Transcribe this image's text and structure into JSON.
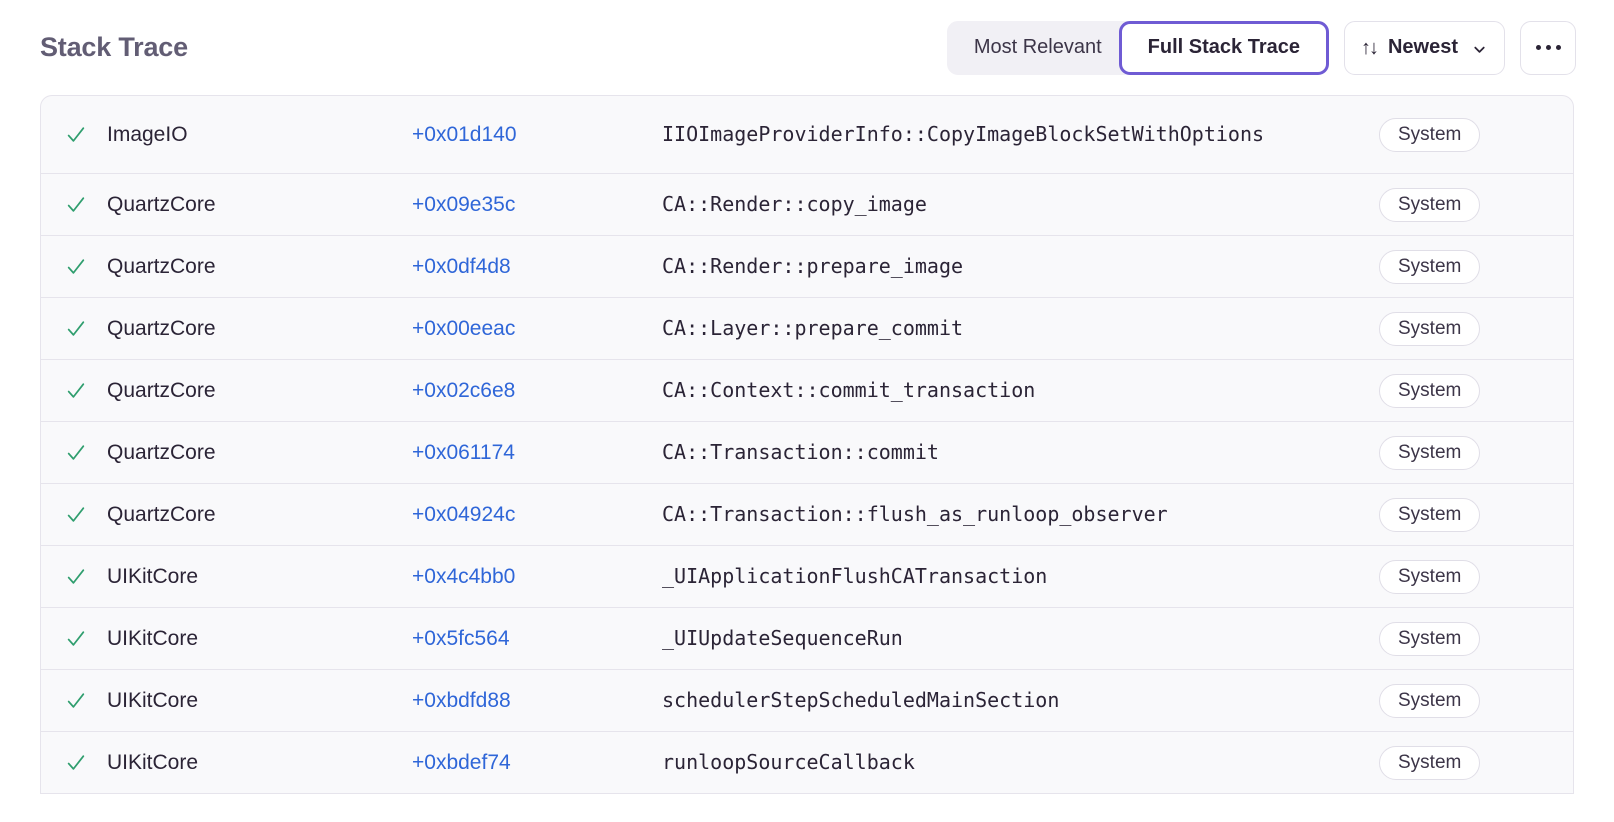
{
  "header": {
    "title": "Stack Trace",
    "segmented": {
      "options": [
        {
          "label": "Most Relevant",
          "selected": false
        },
        {
          "label": "Full Stack Trace",
          "selected": true
        }
      ]
    },
    "sort": {
      "icon": "sort-arrows-icon",
      "label": "Newest",
      "chevron": "chevron-down-icon"
    },
    "more": {
      "label": "More options",
      "icon": "ellipsis-icon"
    }
  },
  "colors": {
    "accent_purple": "#6f5bd4",
    "link_blue": "#2f66d8",
    "check_green": "#2f9e6e",
    "title_gray": "#625d74",
    "row_bg": "#f9f9fb",
    "border": "#e6e4ec",
    "segment_bg": "#f1f0f5"
  },
  "table": {
    "rows": [
      {
        "checked": true,
        "module": "ImageIO",
        "offset": "+0x01d140",
        "symbol": "IIOImageProviderInfo::CopyImageBlockSetWithOptions",
        "badge": "System"
      },
      {
        "checked": true,
        "module": "QuartzCore",
        "offset": "+0x09e35c",
        "symbol": "CA::Render::copy_image",
        "badge": "System"
      },
      {
        "checked": true,
        "module": "QuartzCore",
        "offset": "+0x0df4d8",
        "symbol": "CA::Render::prepare_image",
        "badge": "System"
      },
      {
        "checked": true,
        "module": "QuartzCore",
        "offset": "+0x00eeac",
        "symbol": "CA::Layer::prepare_commit",
        "badge": "System"
      },
      {
        "checked": true,
        "module": "QuartzCore",
        "offset": "+0x02c6e8",
        "symbol": "CA::Context::commit_transaction",
        "badge": "System"
      },
      {
        "checked": true,
        "module": "QuartzCore",
        "offset": "+0x061174",
        "symbol": "CA::Transaction::commit",
        "badge": "System"
      },
      {
        "checked": true,
        "module": "QuartzCore",
        "offset": "+0x04924c",
        "symbol": "CA::Transaction::flush_as_runloop_observer",
        "badge": "System"
      },
      {
        "checked": true,
        "module": "UIKitCore",
        "offset": "+0x4c4bb0",
        "symbol": "_UIApplicationFlushCATransaction",
        "badge": "System"
      },
      {
        "checked": true,
        "module": "UIKitCore",
        "offset": "+0x5fc564",
        "symbol": "_UIUpdateSequenceRun",
        "badge": "System"
      },
      {
        "checked": true,
        "module": "UIKitCore",
        "offset": "+0xbdfd88",
        "symbol": "schedulerStepScheduledMainSection",
        "badge": "System"
      },
      {
        "checked": true,
        "module": "UIKitCore",
        "offset": "+0xbdef74",
        "symbol": "runloopSourceCallback",
        "badge": "System"
      }
    ]
  }
}
